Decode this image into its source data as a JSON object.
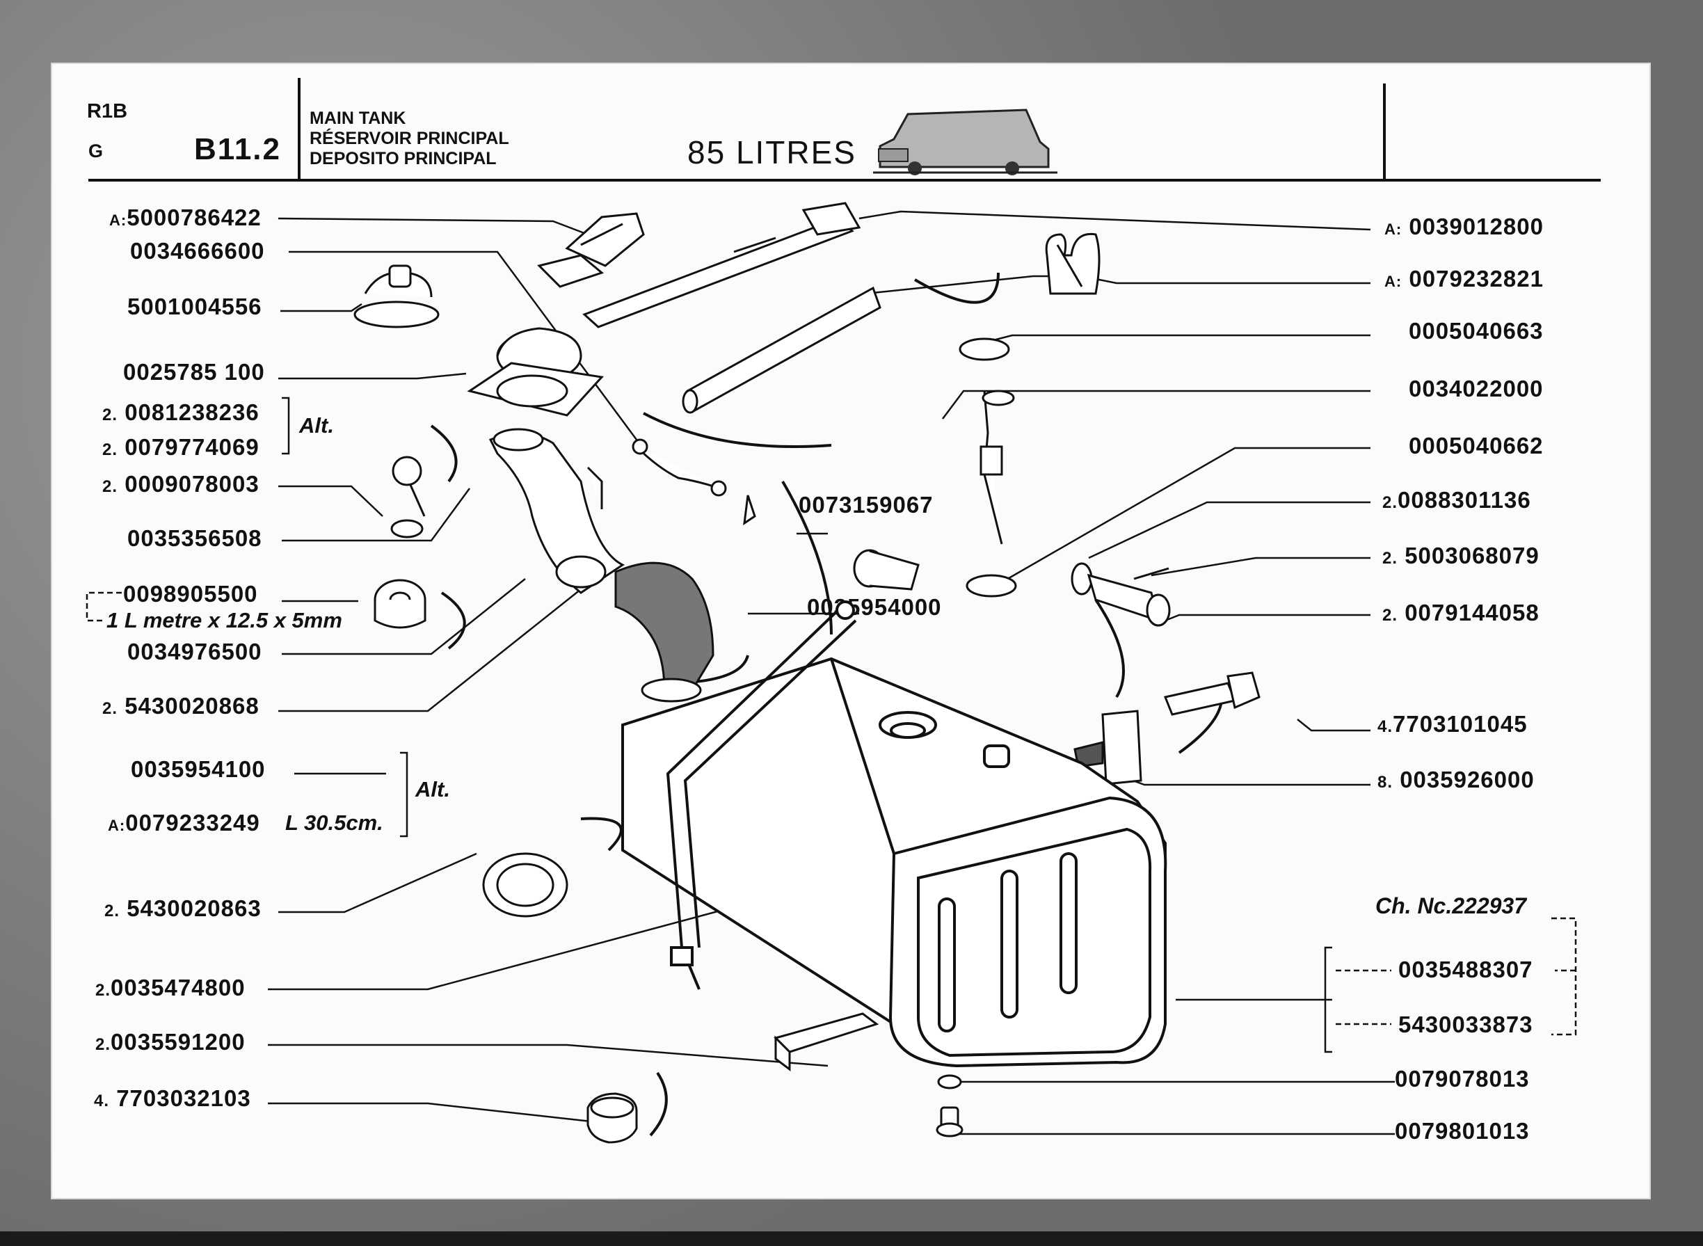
{
  "header": {
    "model_line1": "R1B",
    "model_line2": "G",
    "page_code": "B11.2",
    "title_en": "MAIN TANK",
    "title_fr": "RÉSERVOIR PRINCIPAL",
    "title_es": "DEPOSITO PRINCIPAL",
    "capacity": "85 LITRES"
  },
  "left_parts": [
    {
      "qty": "",
      "prefix": "A:",
      "code": "5000786422"
    },
    {
      "qty": "",
      "prefix": "",
      "code": "0034666600"
    },
    {
      "qty": "",
      "prefix": "",
      "code": "5001004556"
    },
    {
      "qty": "",
      "prefix": "",
      "code": "0025785 100"
    },
    {
      "qty": "2.",
      "prefix": "",
      "code": "0081238236"
    },
    {
      "qty": "2.",
      "prefix": "",
      "code": "0079774069"
    },
    {
      "qty": "2.",
      "prefix": "",
      "code": "0009078003"
    },
    {
      "qty": "",
      "prefix": "",
      "code": "0035356508"
    },
    {
      "qty": "",
      "prefix": "",
      "code": "0098905500"
    },
    {
      "qty": "",
      "prefix": "",
      "code": "0034976500"
    },
    {
      "qty": "2.",
      "prefix": "",
      "code": "5430020868"
    },
    {
      "qty": "",
      "prefix": "",
      "code": "0035954100"
    },
    {
      "qty": "",
      "prefix": "A:",
      "code": "0079233249"
    },
    {
      "qty": "2.",
      "prefix": "",
      "code": "5430020863"
    },
    {
      "qty": "2.",
      "prefix": "",
      "code": "0035474800"
    },
    {
      "qty": "2.",
      "prefix": "",
      "code": "0035591200"
    },
    {
      "qty": "4.",
      "prefix": "",
      "code": "7703032103"
    }
  ],
  "left_notes": {
    "alt1": "Alt.",
    "hose_spec": "1 L metre x 12.5 x 5mm",
    "alt2": "Alt.",
    "length": "L 30.5cm."
  },
  "center_parts": [
    {
      "code": "0073159067"
    },
    {
      "code": "0035954000"
    }
  ],
  "right_parts": [
    {
      "qty": "",
      "prefix": "A:",
      "code": "0039012800"
    },
    {
      "qty": "",
      "prefix": "A:",
      "code": "0079232821"
    },
    {
      "qty": "",
      "prefix": "",
      "code": "0005040663"
    },
    {
      "qty": "",
      "prefix": "",
      "code": "0034022000"
    },
    {
      "qty": "",
      "prefix": "",
      "code": "0005040662"
    },
    {
      "qty": "2.",
      "prefix": "",
      "code": "0088301136"
    },
    {
      "qty": "2.",
      "prefix": "",
      "code": "5003068079"
    },
    {
      "qty": "2.",
      "prefix": "",
      "code": "0079144058"
    },
    {
      "qty": "4.",
      "prefix": "",
      "code": "7703101045"
    },
    {
      "qty": "8.",
      "prefix": "",
      "code": "0035926000"
    },
    {
      "qty": "",
      "prefix": "",
      "code": "0035488307"
    },
    {
      "qty": "",
      "prefix": "",
      "code": "5430033873"
    },
    {
      "qty": "",
      "prefix": "",
      "code": "0079078013"
    },
    {
      "qty": "",
      "prefix": "",
      "code": "0079801013"
    }
  ],
  "chassis_note": "Ch. Nc.222937"
}
